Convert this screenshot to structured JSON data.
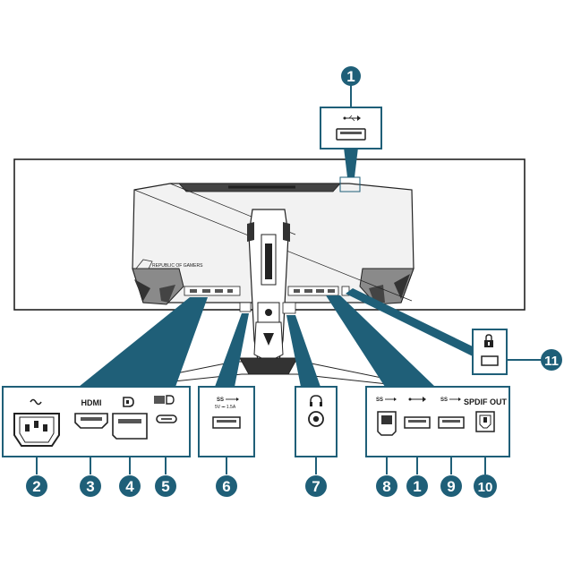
{
  "colors": {
    "callout": "#1f5f78",
    "frame": "#1f5f78",
    "line": "#222222",
    "monitor_back": "#d8d8d8"
  },
  "labels": {
    "hdmi": "HDMI",
    "spdif": "SPDIF OUT",
    "usb_rating": "5V ⎓ 1.5A",
    "logo_text": "REPUBLIC OF GAMERS"
  },
  "callouts": [
    {
      "id": "c1-top",
      "text": "1"
    },
    {
      "id": "c2",
      "text": "2"
    },
    {
      "id": "c3",
      "text": "3"
    },
    {
      "id": "c4",
      "text": "4"
    },
    {
      "id": "c5",
      "text": "5"
    },
    {
      "id": "c6",
      "text": "6"
    },
    {
      "id": "c7",
      "text": "7"
    },
    {
      "id": "c8",
      "text": "8"
    },
    {
      "id": "c1-bottom",
      "text": "1"
    },
    {
      "id": "c9",
      "text": "9"
    },
    {
      "id": "c10",
      "text": "10"
    },
    {
      "id": "c11",
      "text": "11"
    }
  ],
  "icons": {
    "power": "ac-power-icon",
    "displayport": "displayport-icon",
    "usb_c_dp": "usb-c-displayport-icon",
    "usb_ss": "usb-superspeed-icon",
    "usb": "usb-icon",
    "headphone": "headphone-icon",
    "lock": "kensington-lock-icon"
  }
}
